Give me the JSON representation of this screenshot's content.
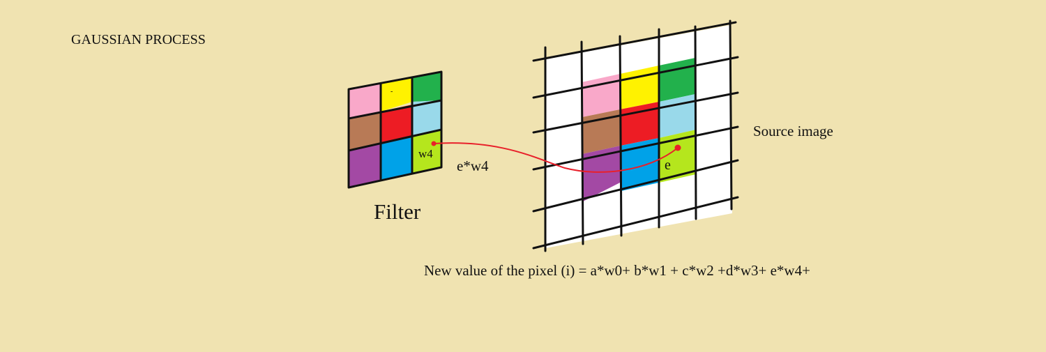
{
  "title": "GAUSSIAN PROCESS",
  "filter": {
    "caption": "Filter",
    "weight_label": "w4",
    "tiny_mark": "-"
  },
  "source": {
    "caption": "Source image",
    "pixel_label": "e"
  },
  "edge_label": "e*w4",
  "formula": "New value of the pixel (i) = a*w0+ b*w1 + c*w2 +d*w3+ e*w4+",
  "colors": {
    "background": "#f0e3b1",
    "grid_cell": "#ffffff",
    "grid_line": "#111111",
    "arrow": "#e8202a",
    "cells": [
      "#f9a8c9",
      "#fff200",
      "#22b14c",
      "#b87a56",
      "#ed1c24",
      "#99d9ea",
      "#a349a4",
      "#00a2e8",
      "#b5e61d"
    ]
  }
}
